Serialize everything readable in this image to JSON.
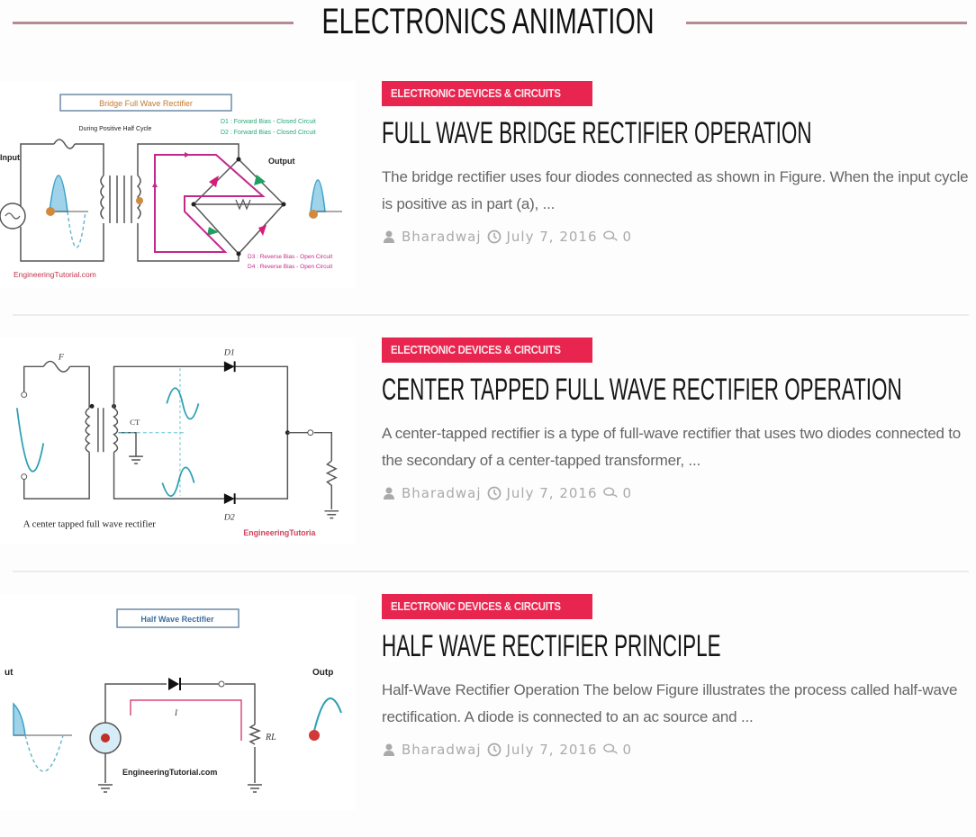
{
  "section": {
    "title": "ELECTRONICS ANIMATION"
  },
  "posts": [
    {
      "category": "ELECTRONIC DEVICES & CIRCUITS",
      "title": "FULL WAVE BRIDGE RECTIFIER OPERATION",
      "excerpt": "The bridge rectifier uses four diodes connected as shown in Figure. When the input cycle is positive as in part (a), ...",
      "author": "Bharadwaj",
      "date": "July 7, 2016",
      "comments": "0",
      "thumb": {
        "heading": "Bridge Full Wave Rectifier",
        "subheading": "During Positive Half Cycle",
        "input_label": "Input",
        "output_label": "Output",
        "note_forward_1": "D1 : Forward Bias - Closed Circuit",
        "note_forward_2": "D2 : Forward Bias - Closed Circuit",
        "note_reverse_1": "D3 : Reverse Bias - Open Circuit",
        "note_reverse_2": "D4 : Reverse Bias - Open Circuit",
        "watermark": "EngineeringTutorial.com"
      }
    },
    {
      "category": "ELECTRONIC DEVICES & CIRCUITS",
      "title": "CENTER TAPPED FULL WAVE RECTIFIER OPERATION",
      "excerpt": "A center-tapped rectifier is a type of full-wave rectifier that uses two diodes connected to the secondary of a center-tapped transformer, ...",
      "author": "Bharadwaj",
      "date": "July 7, 2016",
      "comments": "0",
      "thumb": {
        "caption": "A center tapped full wave rectifier",
        "label_fuse": "F",
        "label_d1": "D1",
        "label_d2": "D2",
        "label_ct": "CT",
        "watermark": "EngineeringTutoria"
      }
    },
    {
      "category": "ELECTRONIC DEVICES & CIRCUITS",
      "title": "HALF WAVE RECTIFIER PRINCIPLE",
      "excerpt": "Half-Wave Rectifier Operation The below Figure illustrates the process called half-wave rectification. A diode is connected to an ac source and ...",
      "author": "Bharadwaj",
      "date": "July 7, 2016",
      "comments": "0",
      "thumb": {
        "heading": "Half Wave Rectifier",
        "input_label": "ut",
        "output_label": "Outp",
        "label_rl": "RL",
        "label_i": "I",
        "watermark": "EngineeringTutorial.com"
      }
    }
  ],
  "colors": {
    "accent": "#e8254f",
    "header_line": "#b48b95"
  }
}
